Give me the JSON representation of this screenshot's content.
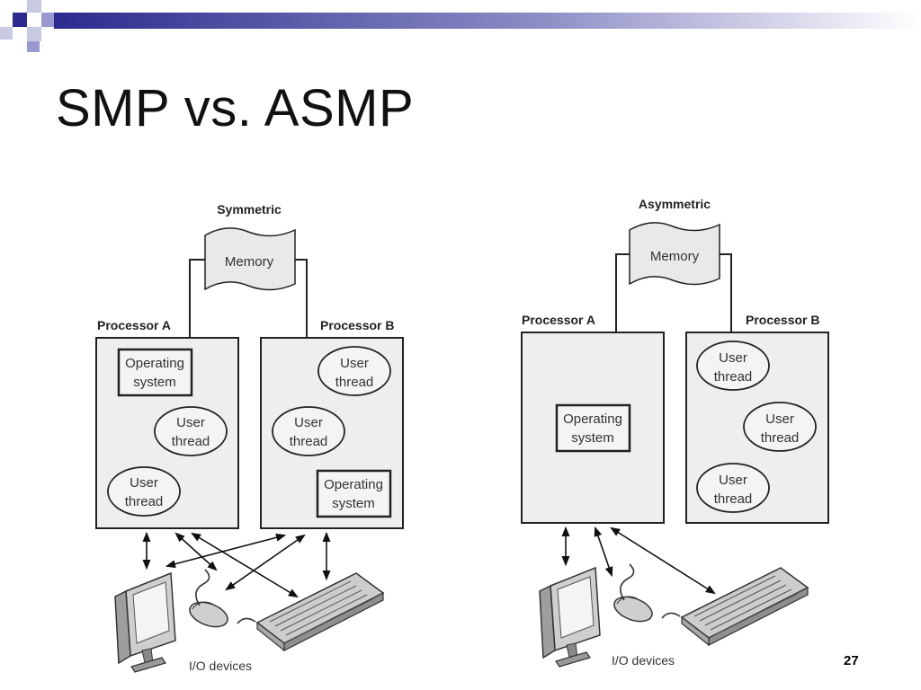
{
  "slide": {
    "title": "SMP vs. ASMP",
    "page_number": "27",
    "accent_color": "#2b2b8f"
  },
  "symmetric": {
    "heading": "Symmetric",
    "memory_label": "Memory",
    "processor_a_label": "Processor A",
    "processor_b_label": "Processor B",
    "os_line1": "Operating",
    "os_line2": "system",
    "thread_line1": "User",
    "thread_line2": "thread",
    "io_label": "I/O devices"
  },
  "asymmetric": {
    "heading": "Asymmetric",
    "memory_label": "Memory",
    "processor_a_label": "Processor A",
    "processor_b_label": "Processor B",
    "os_line1": "Operating",
    "os_line2": "system",
    "thread_line1": "User",
    "thread_line2": "thread",
    "io_label": "I/O devices"
  },
  "icons": [
    "monitor-icon",
    "mouse-icon",
    "keyboard-icon"
  ]
}
